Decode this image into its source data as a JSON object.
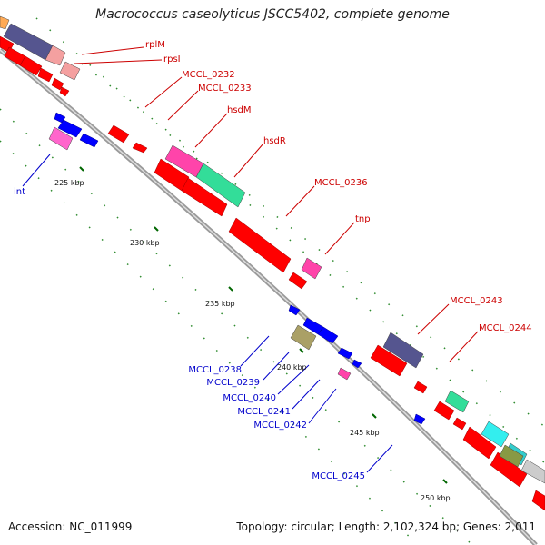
{
  "title": "Macrococcus caseolyticus JSCC5402, complete genome",
  "footer": {
    "accession": "Accession: NC_011999",
    "summary": "Topology: circular; Length: 2,102,324 bp; Genes: 2,011"
  },
  "colors": {
    "backbone": "#9a9a9a",
    "forward_label": "#cc0000",
    "reverse_label": "#0000cc",
    "cds_red": "#ff0000",
    "cds_blue": "#0000ff",
    "tick": "#006600"
  },
  "scale_ticks": [
    "225 kbp",
    "230 kbp",
    "235 kbp",
    "240 kbp",
    "245 kbp",
    "250 kbp"
  ],
  "forward_labels": [
    "rplM",
    "rpsI",
    "MCCL_0232",
    "MCCL_0233",
    "hsdM",
    "hsdR",
    "MCCL_0236",
    "tnp",
    "MCCL_0243",
    "MCCL_0244"
  ],
  "reverse_labels": [
    "int",
    "MCCL_0238",
    "MCCL_0239",
    "MCCL_0240",
    "MCCL_0241",
    "MCCL_0242",
    "MCCL_0245"
  ]
}
